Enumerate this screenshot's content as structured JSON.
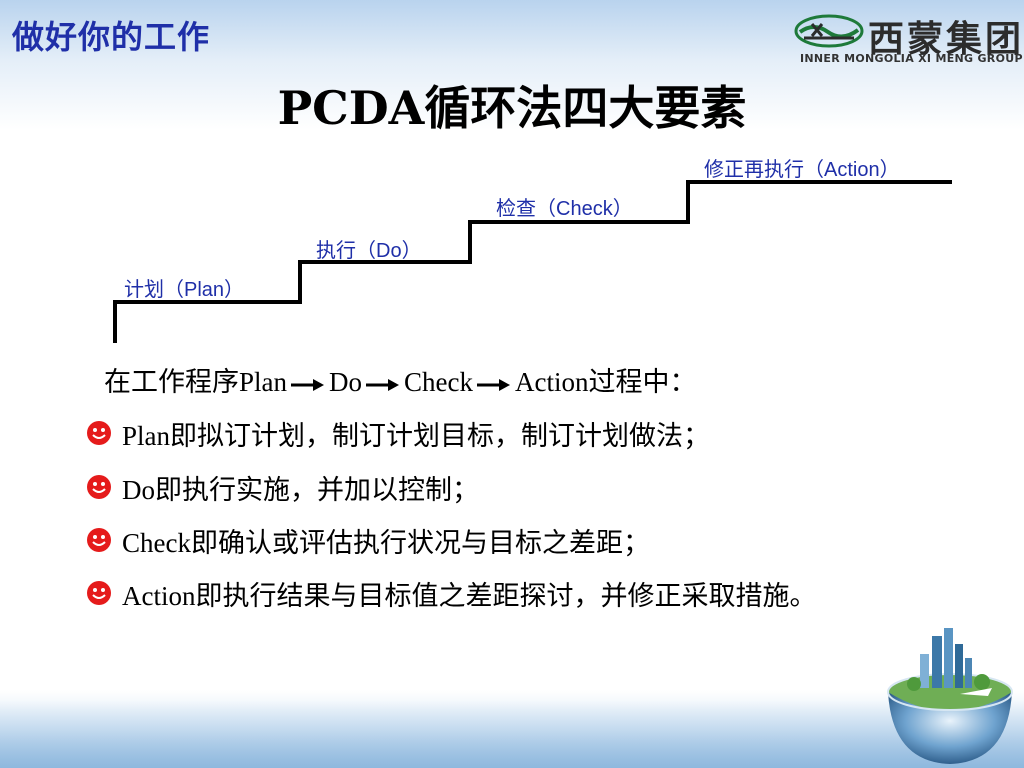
{
  "header": {
    "title": "做好你的工作"
  },
  "logo": {
    "name_cn": "西蒙集团",
    "name_en": "INNER MONGOLIA XI MENG GROUP",
    "mark": "logo-mark-icon"
  },
  "main_title": "PCDA循环法四大要素",
  "steps": [
    {
      "label": "计划（Plan）"
    },
    {
      "label": "执行（Do）"
    },
    {
      "label": "检查（Check）"
    },
    {
      "label": "修正再执行（Action）"
    }
  ],
  "intro": {
    "prefix": "在工作程序Plan",
    "do": "Do",
    "check": "Check",
    "suffix": "Action过程中："
  },
  "bullets": [
    {
      "icon": "smiley-icon",
      "text": "Plan即拟订计划，制订计划目标，制订计划做法；"
    },
    {
      "icon": "smiley-icon",
      "text": "Do即执行实施，并加以控制；"
    },
    {
      "icon": "smiley-icon",
      "text": "Check即确认或评估执行状况与目标之差距；"
    },
    {
      "icon": "smiley-icon",
      "text": "Action即执行结果与目标值之差距探讨，并修正采取措施。"
    }
  ],
  "colors": {
    "header_blue": "#1f2fa8",
    "bullet_red": "#e51b1b"
  }
}
